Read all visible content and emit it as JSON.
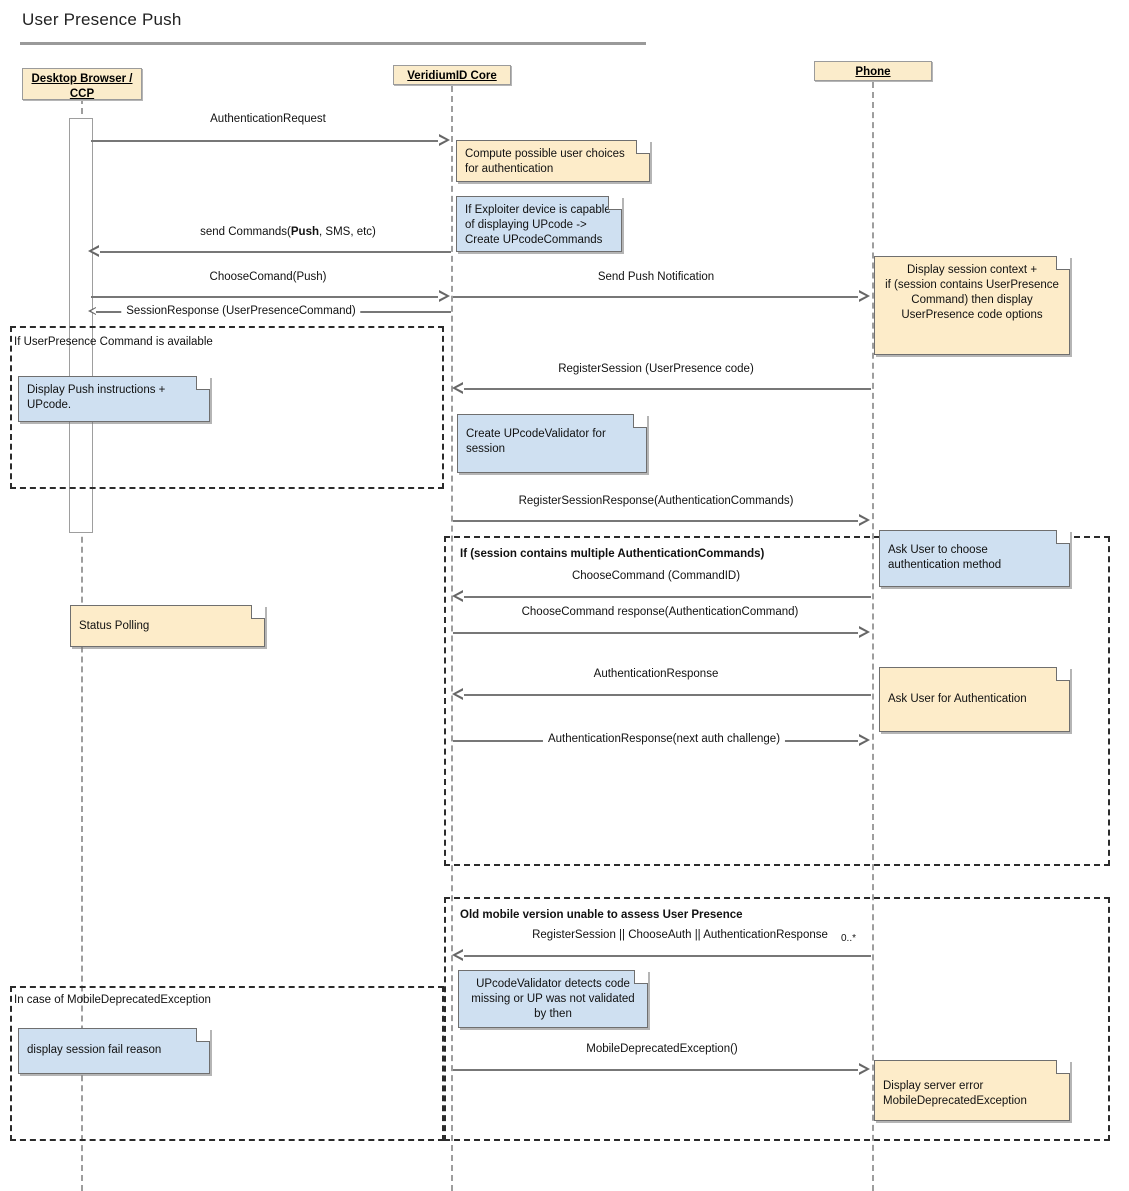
{
  "title": "User Presence Push",
  "participants": [
    {
      "name": "Desktop Browser /\nCCP",
      "line1": "Desktop Browser /",
      "line2": "CCP"
    },
    {
      "name": "VeridiumID Core",
      "line1": "VeridiumID Core",
      "line2": ""
    },
    {
      "name": "Phone",
      "line1": "Phone",
      "line2": ""
    }
  ],
  "messages": [
    {
      "label": "AuthenticationRequest"
    },
    {
      "label_pre": "send Commands(",
      "label_bold": "Push",
      "label_post": ", SMS, etc)",
      "label": "send Commands(Push, SMS, etc)"
    },
    {
      "label": "ChooseComand(Push)"
    },
    {
      "label": "Send Push Notification"
    },
    {
      "label": "SessionResponse (UserPresenceCommand)"
    },
    {
      "label": "RegisterSession (UserPresence code)"
    },
    {
      "label": "RegisterSessionResponse(AuthenticationCommands)"
    },
    {
      "label": "ChooseCommand (CommandID)"
    },
    {
      "label": "ChooseCommand response(AuthenticationCommand)"
    },
    {
      "label": "AuthenticationResponse"
    },
    {
      "label": "AuthenticationResponse(next auth challenge)"
    },
    {
      "label": "RegisterSession || ChooseAuth || AuthenticationResponse",
      "multiplicity": "0..*"
    },
    {
      "label": "MobileDeprecatedException()"
    }
  ],
  "notes": [
    {
      "id": "compute-choices",
      "color": "yellow",
      "text": "Compute possible user choices\nfor authentication"
    },
    {
      "id": "exploiter-capable",
      "color": "blue",
      "text": "If Exploiter device is capable\nof displaying UPcode ->\nCreate UPcodeCommands"
    },
    {
      "id": "display-session-context",
      "color": "yellow",
      "text": "Display session context +\nif (session contains UserPresence\nCommand) then display\nUserPresence code options"
    },
    {
      "id": "display-push-instructions",
      "color": "blue",
      "text": "Display Push instructions +\nUPcode."
    },
    {
      "id": "create-upcode-validator",
      "color": "blue",
      "text": "Create UPcodeValidator for\nsession"
    },
    {
      "id": "status-polling",
      "color": "yellow",
      "text": "Status Polling"
    },
    {
      "id": "ask-user-choose-method",
      "color": "blue",
      "text": "Ask User to choose\nauthentication method"
    },
    {
      "id": "ask-user-for-auth",
      "color": "yellow",
      "text": "Ask User for Authentication"
    },
    {
      "id": "upcode-validator-detects",
      "color": "blue",
      "text": "UPcodeValidator detects code\nmissing or UP was not validated\nby then"
    },
    {
      "id": "display-session-fail-reason",
      "color": "blue",
      "text": "display session fail reason"
    },
    {
      "id": "display-server-error",
      "color": "yellow",
      "text": "Display server error\nMobileDeprecatedException"
    }
  ],
  "fragments": [
    {
      "id": "up-available",
      "label": "If UserPresence Command is available",
      "bold": false
    },
    {
      "id": "multiple-auth-commands",
      "label": "If (session contains multiple AuthenticationCommands)",
      "bold": true
    },
    {
      "id": "old-mobile-version",
      "label": "Old mobile version unable to assess User Presence",
      "bold": true
    },
    {
      "id": "mobile-deprecated-exception",
      "label": "In case of MobileDeprecatedException",
      "bold": false
    }
  ],
  "colors": {
    "note_yellow": "#fdecc9",
    "note_blue": "#cfe0f1",
    "participant_fill": "#fbeccb",
    "line": "#777777",
    "lifeline": "#9e9e9e",
    "fragment_border": "#2b2b2b"
  }
}
